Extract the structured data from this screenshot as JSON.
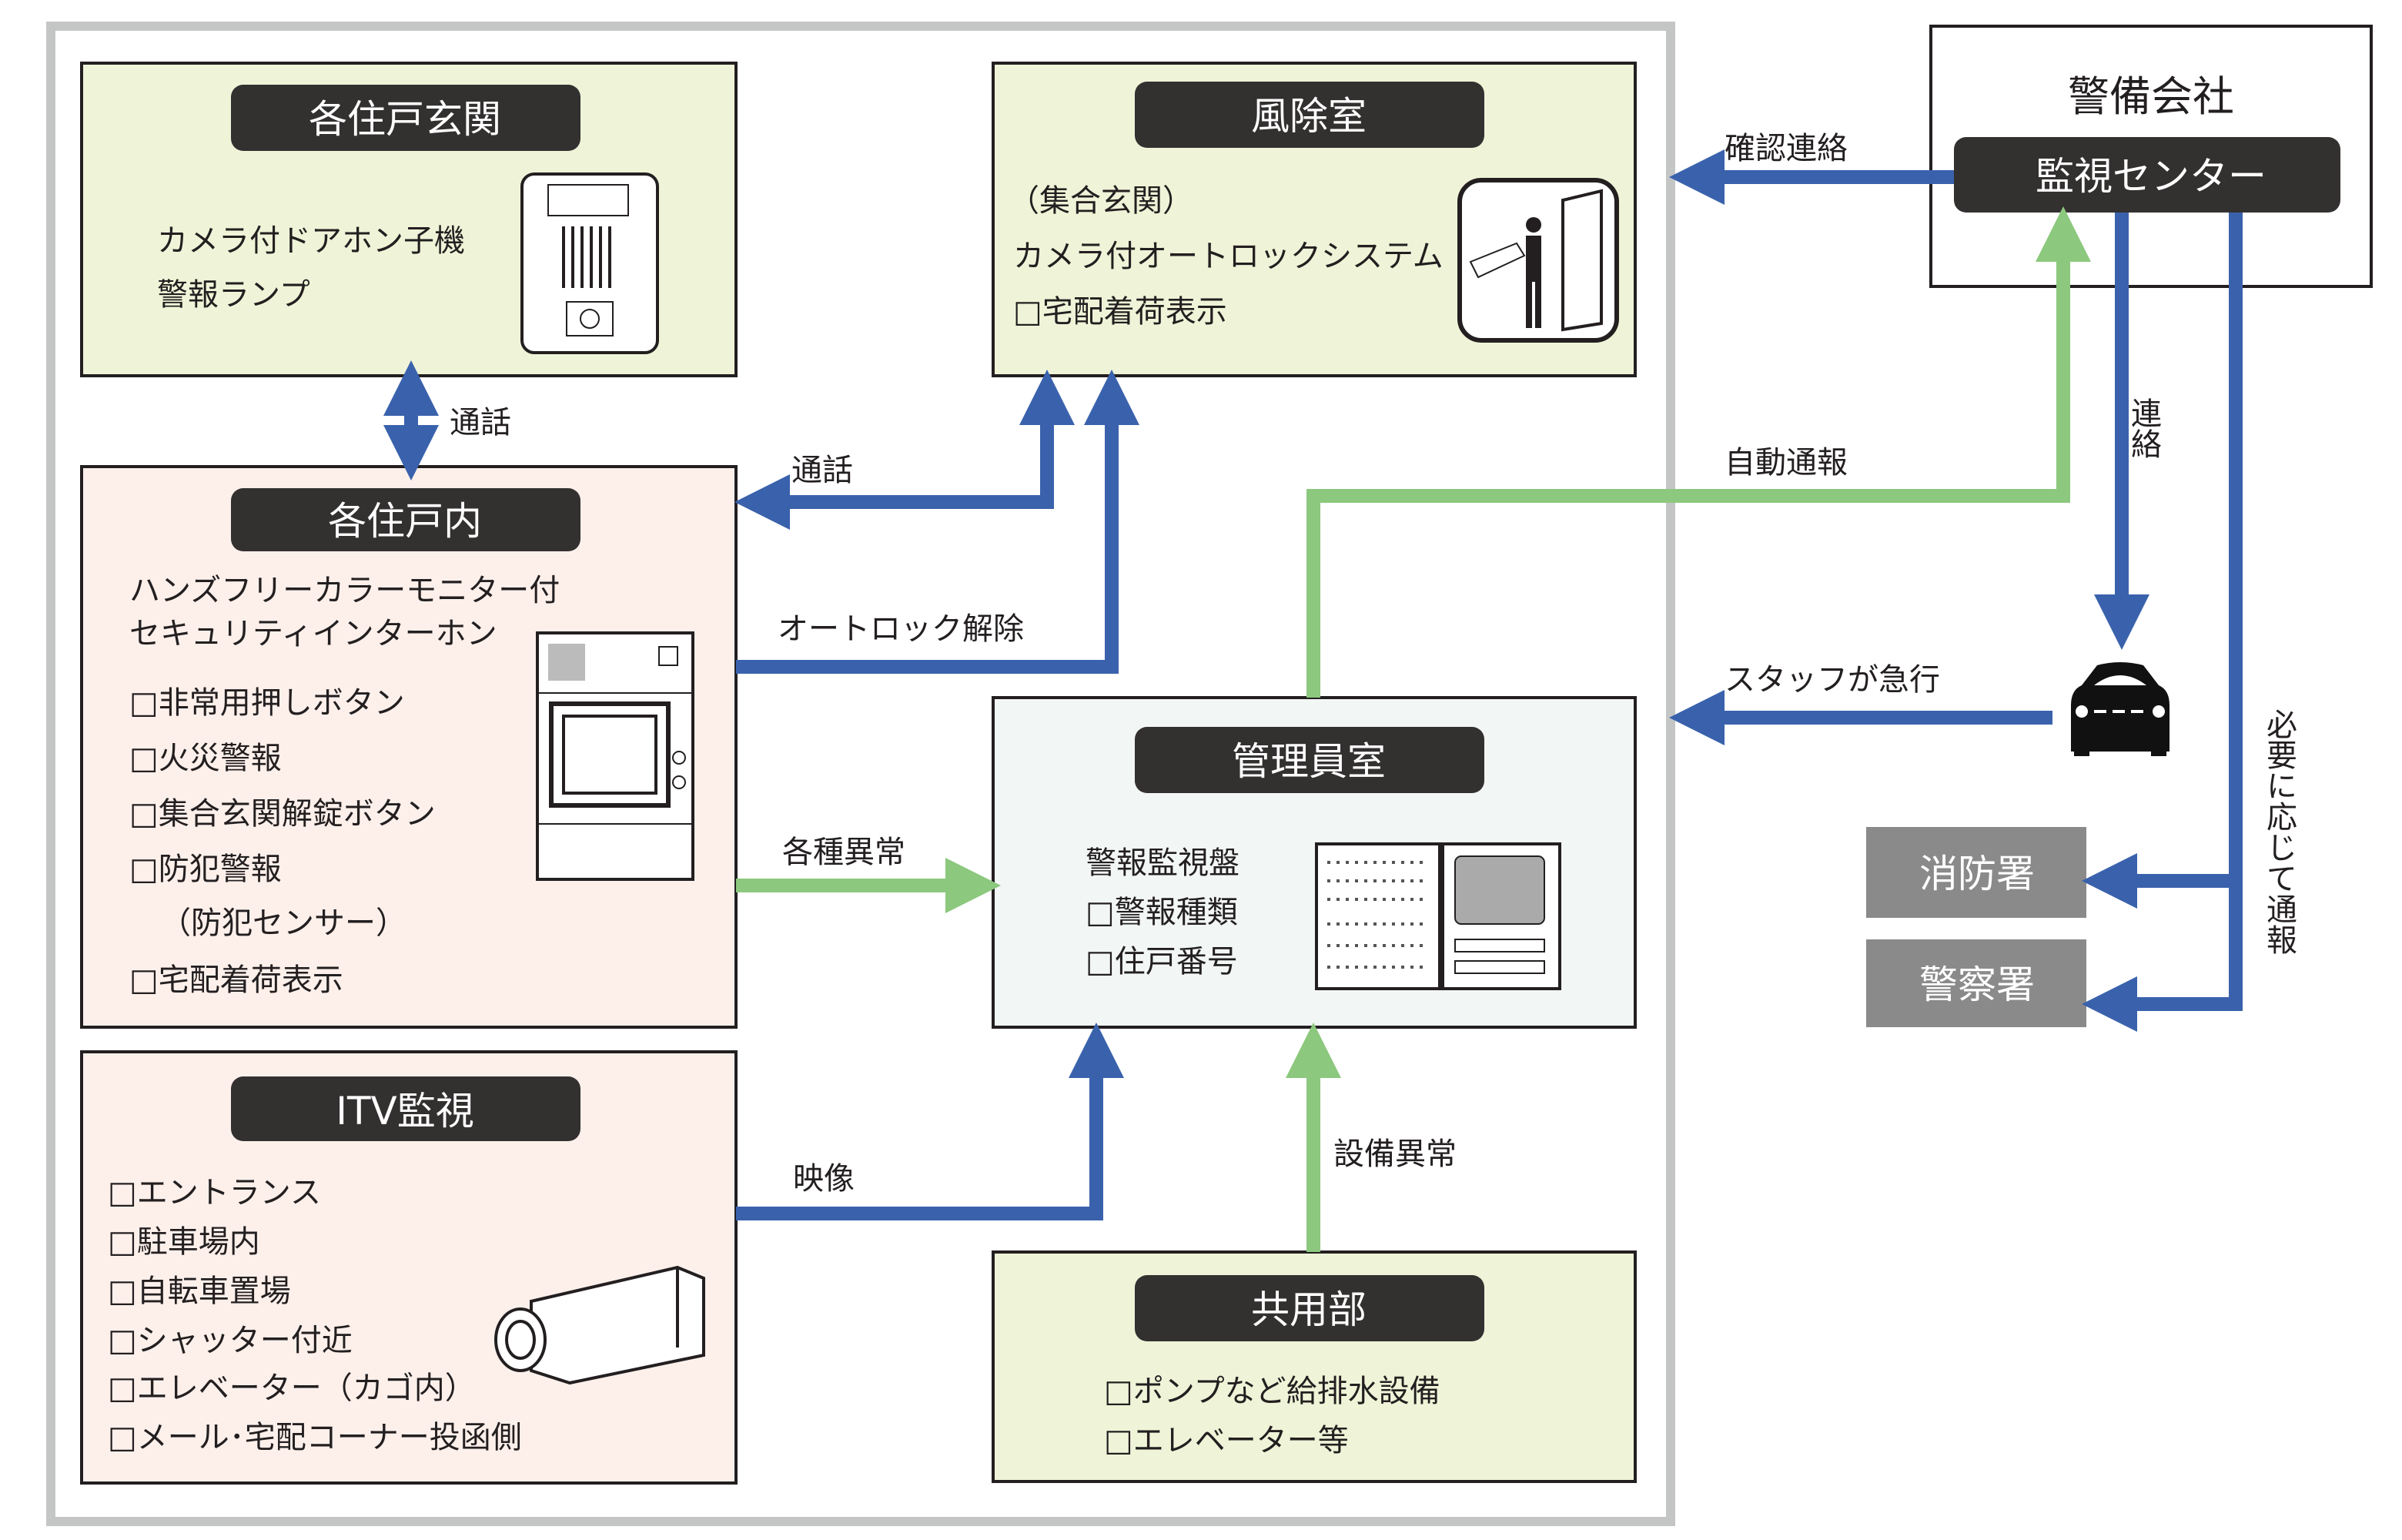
{
  "colors": {
    "blue_arrow": "#3a62ac",
    "green_arrow": "#8cc87e",
    "label_pill": "#333030",
    "green_box": "#eff4d8",
    "pink_box": "#fdf0eb",
    "manager_box": "#f2f6f4",
    "gray_box": "#8a8a8a",
    "frame": "#c4c6c6"
  },
  "entrance": {
    "title": "各住戸玄関",
    "lines": [
      "カメラ付ドアホン子機",
      "警報ランプ"
    ],
    "icon": "doorphone-icon"
  },
  "windbreak": {
    "title": "風除室",
    "lines": [
      "（集合玄関）",
      "カメラ付オートロックシステム",
      "□宅配着荷表示"
    ],
    "icon": "autolock-panel-icon"
  },
  "unit_interior": {
    "title": "各住戸内",
    "lines": [
      "ハンズフリーカラーモニター付",
      "セキュリティインターホン",
      "□非常用押しボタン",
      "□火災警報",
      "□集合玄関解錠ボタン",
      "□防犯警報",
      "（防犯センサー）",
      "□宅配着荷表示"
    ],
    "icon": "intercom-monitor-icon"
  },
  "manager_room": {
    "title": "管理員室",
    "lines": [
      "警報監視盤",
      "□警報種類",
      "□住戸番号"
    ],
    "icon": "alarm-panel-icon"
  },
  "itv": {
    "title": "ITV監視",
    "lines": [
      "□エントランス",
      "□駐車場内",
      "□自転車置場",
      "□シャッター付近",
      "□エレベーター（カゴ内）",
      "□メール･宅配コーナー投函側"
    ],
    "icon": "security-camera-icon"
  },
  "common_area": {
    "title": "共用部",
    "lines": [
      "□ポンプなど給排水設備",
      "□エレベーター等"
    ]
  },
  "security_company": {
    "title": "警備会社",
    "center": "監視センター"
  },
  "fire_station": "消防署",
  "police_station": "警察署",
  "arrows": {
    "talk_1": "通話",
    "talk_2": "通話",
    "autolock_release": "オートロック解除",
    "various_anomalies": "各種異常",
    "video": "映像",
    "equipment_anomaly": "設備異常",
    "auto_report": "自動通報",
    "confirm_contact": "確認連絡",
    "contact": "連絡",
    "staff_rush": "スタッフが急行",
    "report_as_needed": "必要に応じて通報"
  }
}
